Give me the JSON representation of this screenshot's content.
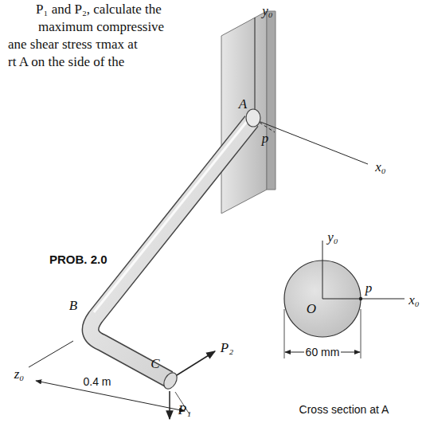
{
  "diagram": {
    "labels": [
      "P₁ and P₂, calculate the",
      "maximum compressive",
      "ane shear stress τmax at",
      "rt A on the side of the",
      "y₀",
      "A",
      "p",
      "x₀",
      "PROB. 2.0",
      "B",
      "z₀",
      "0.4 m",
      "C",
      "P₂",
      "P₁",
      "y₀",
      "p",
      "O",
      "x₀",
      "60 mm",
      "Cross section at A"
    ]
  }
}
